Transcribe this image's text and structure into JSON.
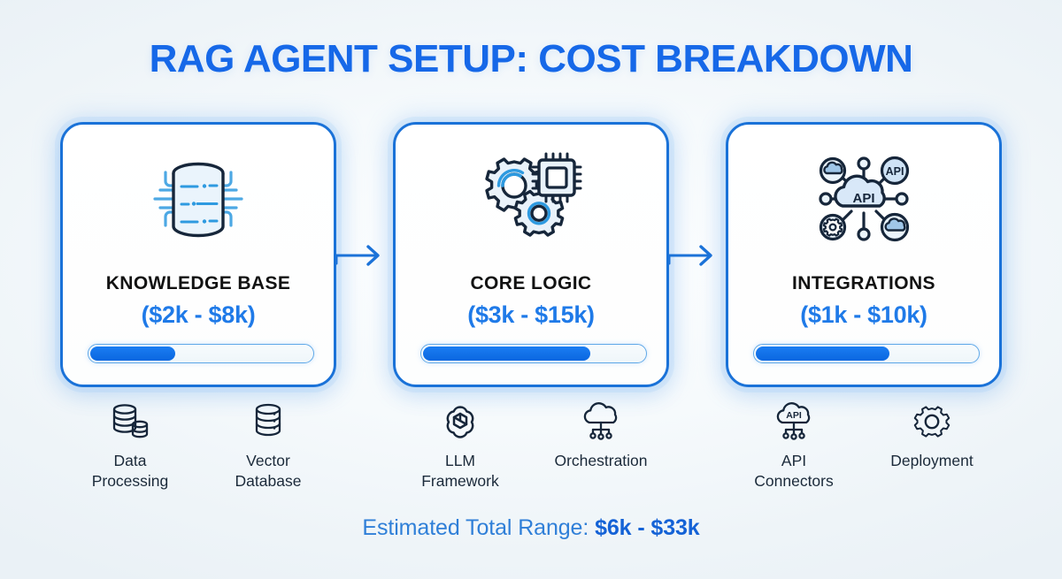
{
  "page": {
    "title": "RAG AGENT SETUP: COST BREAKDOWN",
    "background_color": "#f1f6fa",
    "accent_color": "#1668e8",
    "card_border_color": "#1a72d8",
    "progress_fill_color": "#0b6fe8"
  },
  "cards": [
    {
      "icon": "database-stack-icon",
      "title": "KNOWLEDGE BASE",
      "price_range": "($2k - $8k)",
      "progress_percent": 38
    },
    {
      "icon": "gears-chip-icon",
      "title": "CORE LOGIC",
      "price_range": "($3k - $15k)",
      "progress_percent": 75
    },
    {
      "icon": "api-cloud-network-icon",
      "title": "INTEGRATIONS",
      "price_range": "($1k - $10k)",
      "progress_percent": 60
    }
  ],
  "arrows": [
    {
      "name": "arrow-knowledge-to-core",
      "direction": "right"
    },
    {
      "name": "arrow-core-to-integrations",
      "direction": "right"
    }
  ],
  "sub_items": [
    {
      "icon": "data-processing-icon",
      "label": "Data\nProcessing",
      "line1": "Data",
      "line2": "Processing"
    },
    {
      "icon": "vector-database-icon",
      "label": "Vector\nDatabase",
      "line1": "Vector",
      "line2": "Database"
    },
    {
      "icon": "llm-framework-icon",
      "label": "LLM\nFramework",
      "line1": "LLM",
      "line2": "Framework"
    },
    {
      "icon": "orchestration-cloud-icon",
      "label": "Orchestration",
      "line1": "Orchestration",
      "line2": ""
    },
    {
      "icon": "api-connectors-icon",
      "label": "API\nConnectors",
      "line1": "API",
      "line2": "Connectors"
    },
    {
      "icon": "deployment-gear-icon",
      "label": "Deployment",
      "line1": "Deployment",
      "line2": ""
    }
  ],
  "footer": {
    "label": "Estimated Total Range: ",
    "amount": "$6k - $33k"
  }
}
